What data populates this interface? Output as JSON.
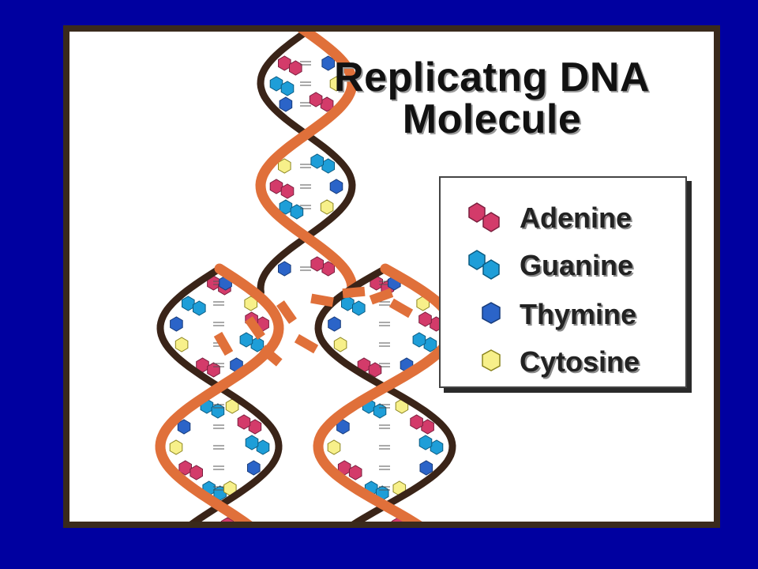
{
  "title": {
    "line1": "Replicatng DNA",
    "line2": "Molecule"
  },
  "legend": {
    "items": [
      {
        "label": "Adenine",
        "shape": "double-hexagon",
        "color": "#d33b6a"
      },
      {
        "label": "Guanine",
        "shape": "double-hexagon",
        "color": "#1e9ed8"
      },
      {
        "label": "Thymine",
        "shape": "hexagon",
        "color": "#2b64c8"
      },
      {
        "label": "Cytosine",
        "shape": "hexagon",
        "color": "#f7f08a"
      }
    ]
  },
  "colors": {
    "background": "#0000a0",
    "frame": "#3a2a1c",
    "strand_orange": "#e0703a",
    "strand_dark": "#3a2418",
    "adenine": "#d33b6a",
    "guanine": "#1e9ed8",
    "thymine": "#2b64c8",
    "cytosine": "#f7f08a"
  }
}
